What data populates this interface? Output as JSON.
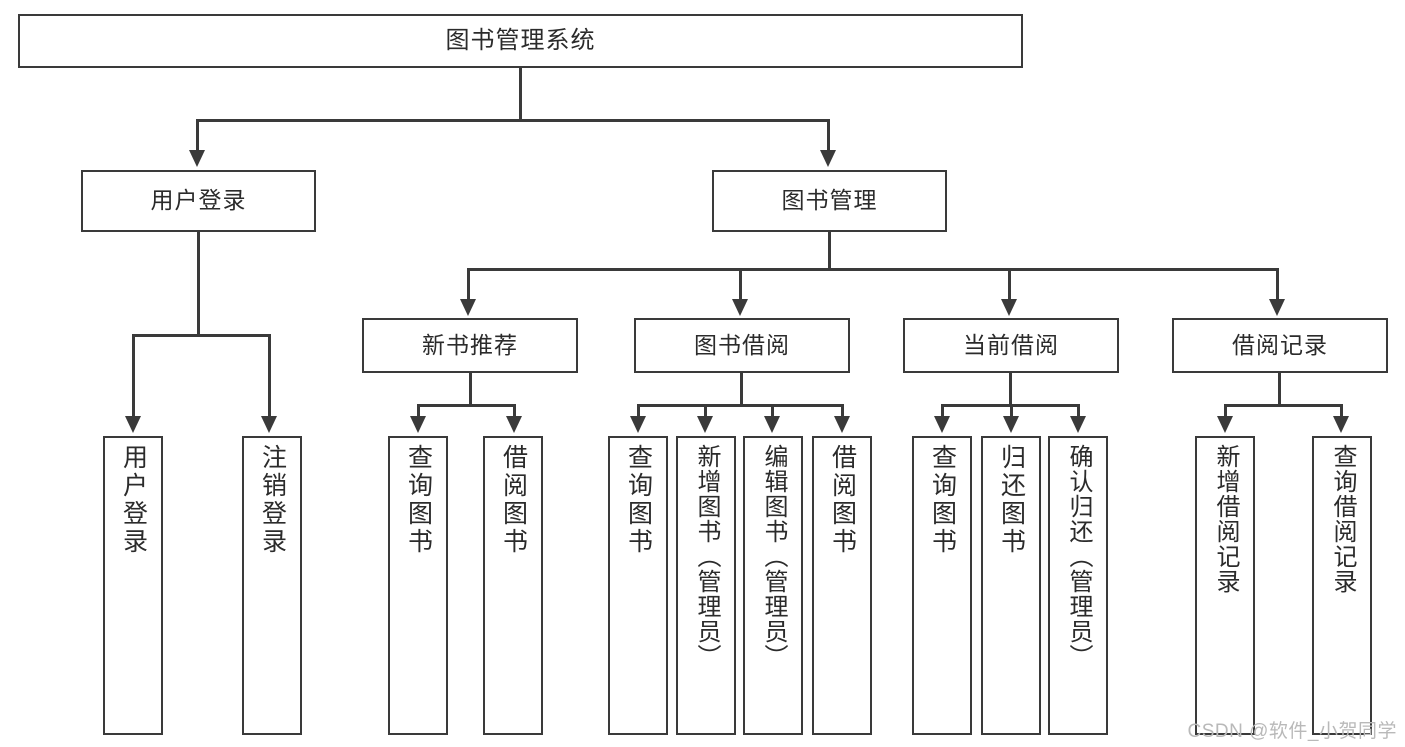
{
  "diagram": {
    "title": "图书管理系统",
    "type": "hierarchy-tree",
    "colors": {
      "stroke": "#3a3a3a",
      "box_fill": "#ffffff",
      "text": "#2b2b2b",
      "background": "#ffffff",
      "watermark": "#b9b9b9"
    }
  },
  "nodes": {
    "root": {
      "label": "图书管理系统"
    },
    "level2": [
      {
        "label": "用户登录"
      },
      {
        "label": "图书管理"
      }
    ],
    "level3": [
      {
        "label": "新书推荐"
      },
      {
        "label": "图书借阅"
      },
      {
        "label": "当前借阅"
      },
      {
        "label": "借阅记录"
      }
    ],
    "leaves": {
      "user_login": [
        {
          "label": "用户登录"
        },
        {
          "label": "注销登录"
        }
      ],
      "new_book_recommend": [
        {
          "label": "查询图书"
        },
        {
          "label": "借阅图书"
        }
      ],
      "book_borrow": [
        {
          "label": "查询图书"
        },
        {
          "label": "新增图书（管理员）"
        },
        {
          "label": "编辑图书（管理员）"
        },
        {
          "label": "借阅图书"
        }
      ],
      "current_borrow": [
        {
          "label": "查询图书"
        },
        {
          "label": "归还图书"
        },
        {
          "label": "确认归还（管理员）"
        }
      ],
      "borrow_record": [
        {
          "label": "新增借阅记录"
        },
        {
          "label": "查询借阅记录"
        }
      ]
    }
  },
  "watermark": {
    "text": "CSDN @软件_小贺同学"
  }
}
